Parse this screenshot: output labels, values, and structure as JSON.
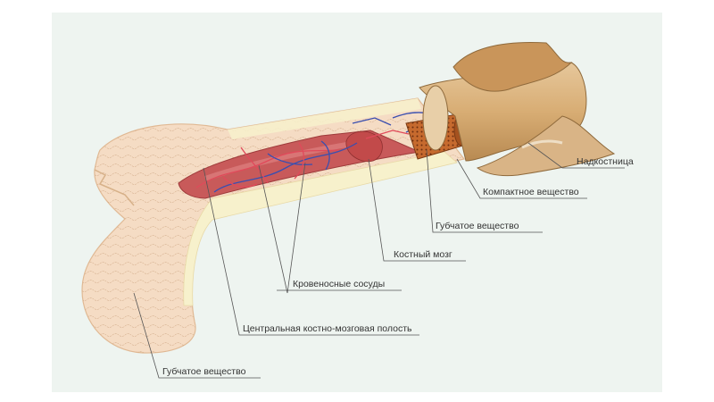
{
  "labels": {
    "periosteum": "Надкостница",
    "compact_bone": "Компактное вещество",
    "spongy_bone_shaft": "Губчатое вещество",
    "bone_marrow": "Костный мозг",
    "blood_vessels": "Кровеносные сосуды",
    "medullary_cavity": "Центральная костно-мозговая полость",
    "spongy_bone_head": "Губчатое вещество"
  },
  "colors": {
    "panel": "#eef4f0",
    "bone_tissue": "#f5dcc4",
    "bone_outline": "#e0b994",
    "compact_layer": "#f7f1cc",
    "marrow": "#c85a5a",
    "vessel_red": "#e04a5a",
    "vessel_blue": "#3a4fb0",
    "spongy_brown": "#b4652e",
    "periosteum_tan": "#d2a46c",
    "periosteum_dark": "#8f6a3c",
    "leader": "#555555"
  }
}
